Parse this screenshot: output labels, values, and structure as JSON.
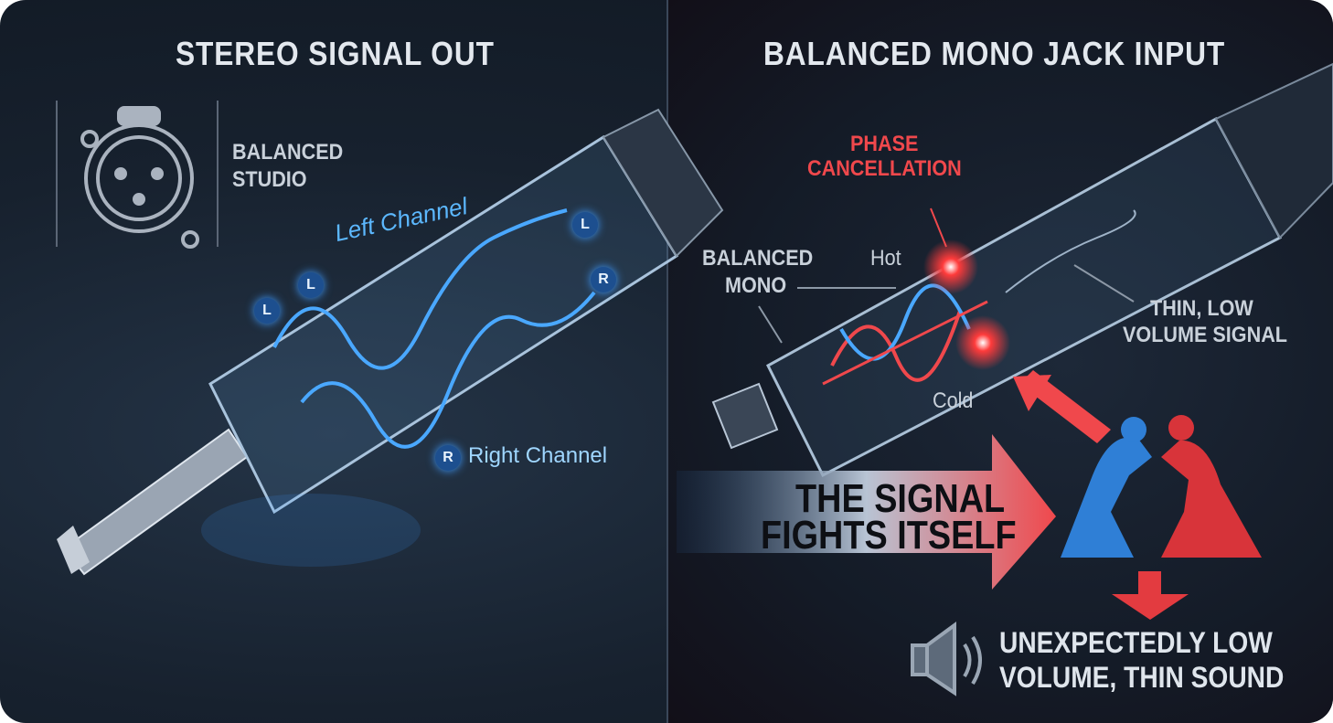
{
  "left_panel": {
    "title": "STEREO SIGNAL OUT",
    "xlr_label": [
      "BALANCED",
      "STUDIO"
    ],
    "left_channel": "Left Channel",
    "right_channel": "Right Channel",
    "badge_l": "L",
    "badge_r": "R"
  },
  "right_panel": {
    "title": "BALANCED MONO JACK INPUT",
    "phase_cancellation": [
      "PHASE",
      "CANCELLATION"
    ],
    "balanced_mono": [
      "BALANCED",
      "MONO"
    ],
    "hot": "Hot",
    "cold": "Cold",
    "thin_signal": [
      "THIN, LOW",
      "VOLUME SIGNAL"
    ],
    "arrow_text": [
      "THE SIGNAL",
      "FIGHTS ITSELF"
    ],
    "result": [
      "UNEXPECTEDLY LOW",
      "VOLUME, THIN SOUND"
    ]
  },
  "colors": {
    "blue": "#4aa8ff",
    "red": "#f0484c",
    "text": "#e3e8ee"
  }
}
